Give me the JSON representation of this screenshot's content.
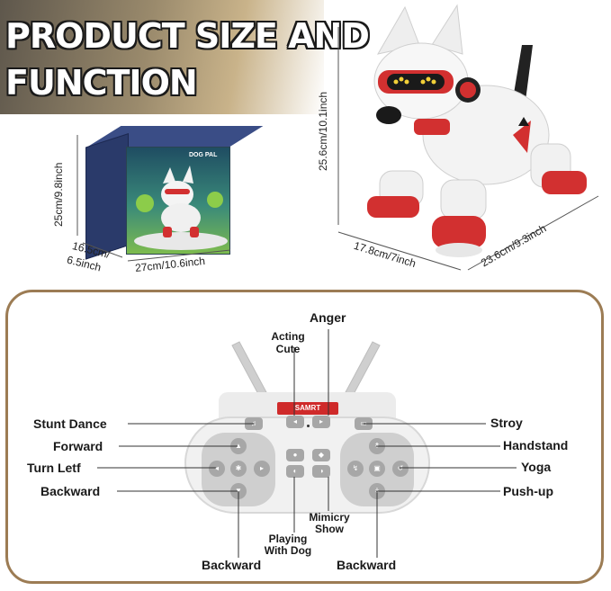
{
  "banner": {
    "line1": "PRODUCT SIZE AND",
    "line2": "FUNCTION"
  },
  "dimensions": {
    "box_height": "25cm/9.8inch",
    "box_depth_line1": "16.5cm/",
    "box_depth_line2": "6.5inch",
    "box_width": "27cm/10.6inch",
    "dog_height": "25.6cm/10.1inch",
    "dog_width": "17.8cm/7inch",
    "dog_length": "23.6cm/9.3inch"
  },
  "box": {
    "brand": "DOG PAL",
    "title": "DOG PAL"
  },
  "controller": {
    "brand_label": "SAMRT",
    "labels": {
      "anger": "Anger",
      "acting_cute_1": "Acting",
      "acting_cute_2": "Cute",
      "stunt_dance": "Stunt Dance",
      "forward": "Forward",
      "turn_left": "Turn Letf",
      "backward_left": "Backward",
      "stroy": "Stroy",
      "handstand": "Handstand",
      "yoga": "Yoga",
      "push_up": "Push-up",
      "mimicry_1": "Mimicry",
      "mimicry_2": "Show",
      "playing_1": "Playing",
      "playing_2": "With Dog",
      "backward_bottom_left": "Backward",
      "backward_bottom_right": "Backward"
    }
  },
  "colors": {
    "accent_red": "#cf2a2a",
    "frame_brown": "#9c7c54",
    "banner_dark": "#5e574c"
  }
}
